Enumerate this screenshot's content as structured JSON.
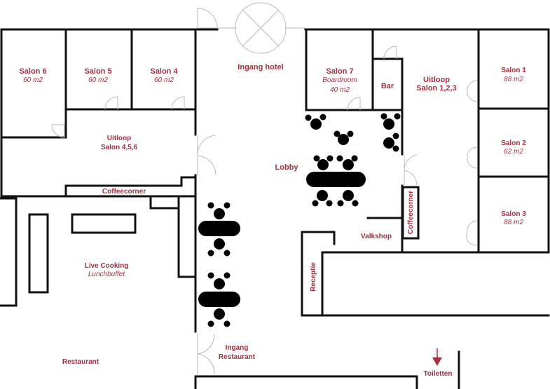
{
  "accent_color": "#a3303f",
  "rooms": {
    "salon6": {
      "name": "Salon 6",
      "size": "60 m2"
    },
    "salon5": {
      "name": "Salon 5",
      "size": "60 m2"
    },
    "salon4": {
      "name": "Salon 4",
      "size": "60 m2"
    },
    "salon7": {
      "name": "Salon 7",
      "subtitle": "Boardroom",
      "size": "40 m2"
    },
    "salon1": {
      "name": "Salon 1",
      "size": "88 m2"
    },
    "salon2": {
      "name": "Salon 2",
      "size": "62 m2"
    },
    "salon3": {
      "name": "Salon 3",
      "size": "88 m2"
    },
    "bar": {
      "name": "Bar"
    },
    "ingang_hotel": {
      "name": "Ingang hotel"
    },
    "uitloop_456": {
      "line1": "Uitloop",
      "line2": "Salon 4,5,6"
    },
    "uitloop_123": {
      "line1": "Uitloop",
      "line2": "Salon 1,2,3"
    },
    "lobby": {
      "name": "Lobby"
    },
    "coffeecorner_left": {
      "name": "Coffeecorner"
    },
    "coffeecorner_right": {
      "name": "Coffeecorner"
    },
    "valkshop": {
      "name": "Valkshop"
    },
    "receptie": {
      "name": "Receptie"
    },
    "live_cooking": {
      "name": "Live Cooking",
      "subtitle": "Lunchbuffet"
    },
    "restaurant": {
      "name": "Restaurant"
    },
    "ingang_restaurant": {
      "line1": "Ingang",
      "line2": "Restaurant"
    },
    "toiletten": {
      "name": "Toiletten"
    }
  }
}
